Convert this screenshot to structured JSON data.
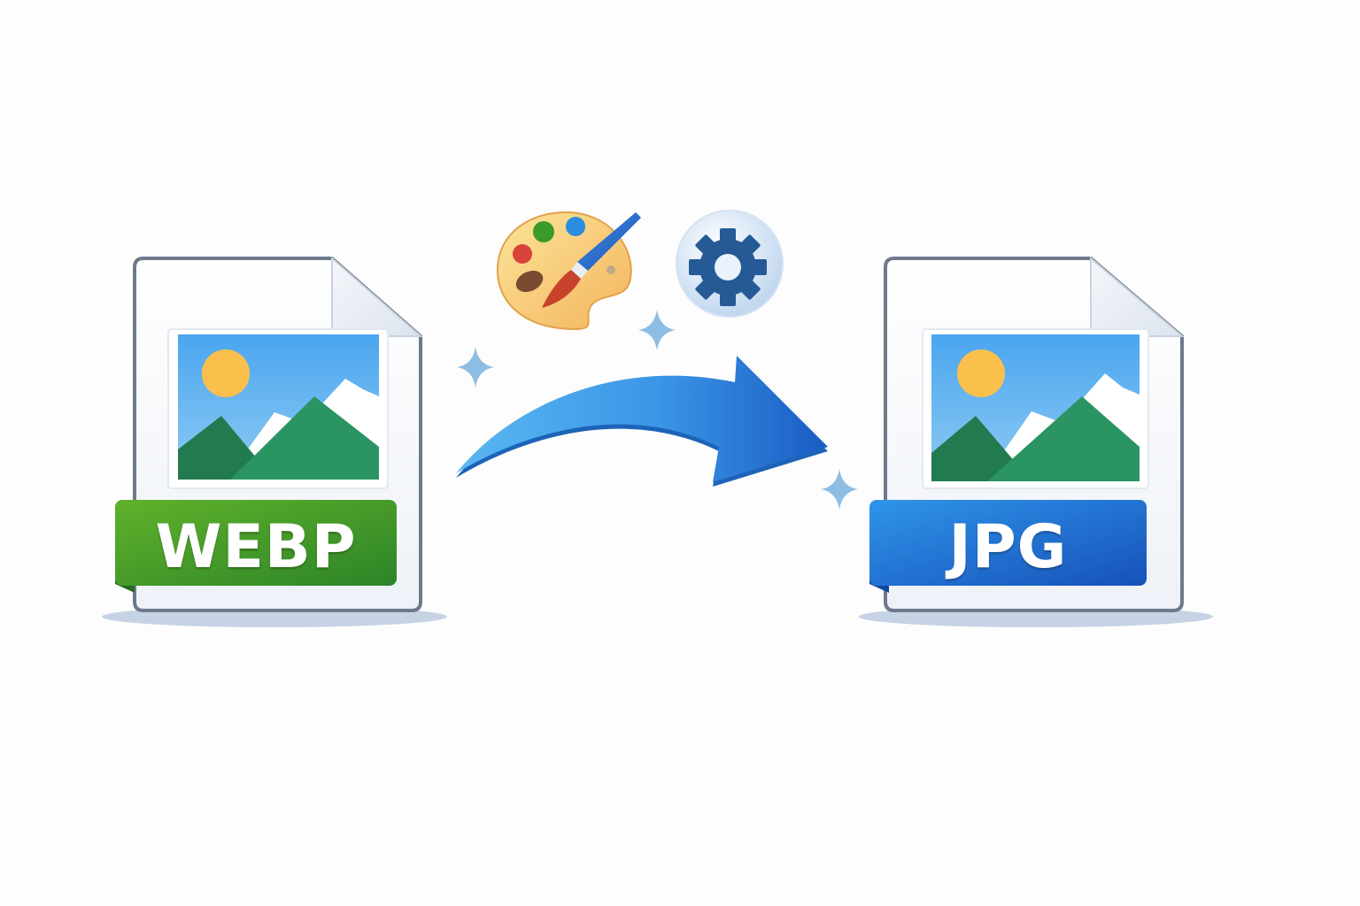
{
  "scene": {
    "description": "File format conversion illustration",
    "background": "#fdfdfd"
  },
  "source_file": {
    "format_label": "WEBP",
    "banner_color": "#4ea62a",
    "banner_color_dark": "#2b7a22",
    "icon": "image-file-icon"
  },
  "target_file": {
    "format_label": "JPG",
    "banner_color": "#2d8ee6",
    "banner_color_dark": "#1656b8",
    "icon": "image-file-icon"
  },
  "conversion": {
    "arrow_icon": "curved-arrow-right-icon",
    "arrow_color_start": "#5ab8f2",
    "arrow_color_end": "#1a5cc4",
    "tool_icons": [
      "paint-palette-icon",
      "gear-icon"
    ],
    "sparkles": 3
  },
  "colors": {
    "sky": "#5aaef0",
    "sun": "#fbc04c",
    "mountain": "#2b8a5a",
    "snow": "#ffffff",
    "doc_outline": "#6b7788",
    "gear": "#255a96"
  }
}
